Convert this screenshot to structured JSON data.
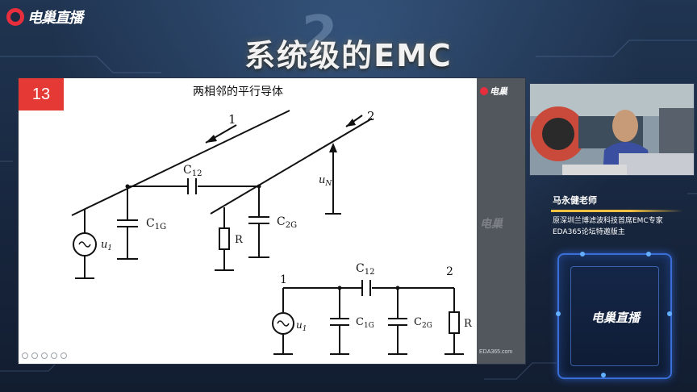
{
  "brand": {
    "logo_text": "电巢直播"
  },
  "title": {
    "main": "系统级的EMC",
    "deco": "2"
  },
  "slide": {
    "number": "13",
    "heading": "两相邻的平行导体",
    "labels": {
      "wire1": "1",
      "wire2": "2",
      "c12_top": "C",
      "c12_top_sub": "12",
      "c1g": "C",
      "c1g_sub": "1G",
      "c2g": "C",
      "c2g_sub": "2G",
      "un": "u",
      "un_sub": "N",
      "u1": "u",
      "u1_sub": "1",
      "r_top": "R",
      "node1": "1",
      "node2": "2",
      "c12_bot": "C",
      "c12_bot_sub": "12",
      "c1g_bot": "C",
      "c1g_bot_sub": "1G",
      "c2g_bot": "C",
      "c2g_bot_sub": "2G",
      "u1_bot": "u",
      "u1_bot_sub": "1",
      "r_bot": "R"
    },
    "side_logo": "电巢",
    "side_watermark": "电巢",
    "url": "EDA365.com"
  },
  "speaker": {
    "name": "马永健老师",
    "line1": "原深圳兰博滤波科技首席EMC专家",
    "line2": "EDA365论坛特邀版主"
  },
  "logo_box": {
    "text": "电巢直播"
  },
  "colors": {
    "accent_red": "#e53935",
    "accent_gold": "#f2c040",
    "accent_blue": "#3a6fd8"
  }
}
